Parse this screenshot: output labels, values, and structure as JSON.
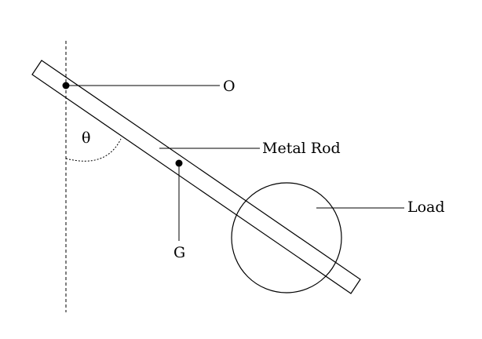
{
  "diagram": {
    "labels": {
      "pivot": "O",
      "angle": "θ",
      "rod": "Metal Rod",
      "center_of_gravity": "G",
      "load": "Load"
    },
    "colors": {
      "stroke": "#000000",
      "background": "#ffffff"
    }
  }
}
